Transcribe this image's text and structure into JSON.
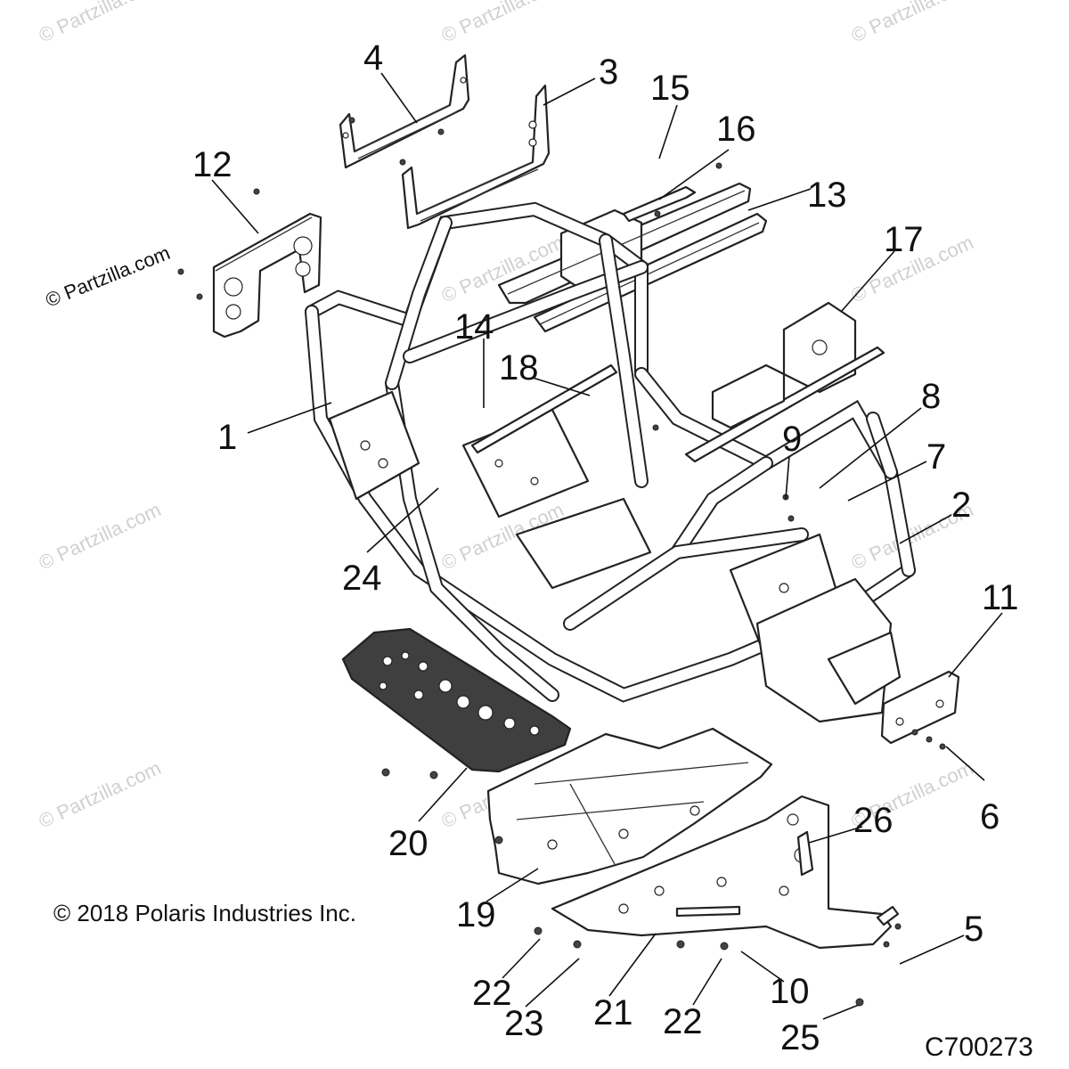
{
  "copyright": "© 2018 Polaris Industries Inc.",
  "part_number": "C700273",
  "side_watermark": "© Partzilla.com",
  "watermark": "© Partzilla.com",
  "callouts": [
    "1",
    "2",
    "3",
    "4",
    "5",
    "6",
    "7",
    "8",
    "9",
    "10",
    "11",
    "12",
    "13",
    "14",
    "15",
    "16",
    "17",
    "18",
    "19",
    "20",
    "21",
    "22",
    "22",
    "23",
    "24",
    "25",
    "26"
  ]
}
